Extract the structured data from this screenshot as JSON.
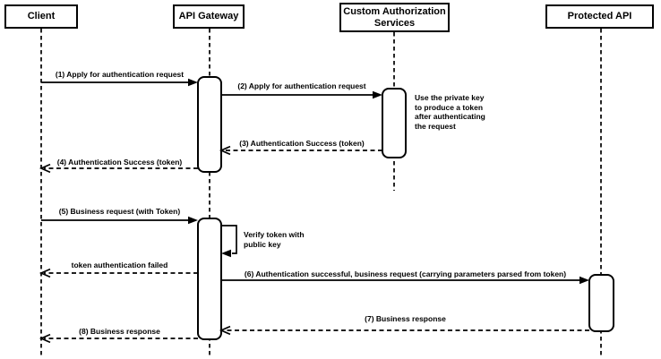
{
  "diagram": {
    "kind": "uml-sequence-diagram",
    "participants": [
      {
        "name": "Client"
      },
      {
        "name": "API Gateway"
      },
      {
        "name": "Custom Authorization Services"
      },
      {
        "name": "Protected API"
      }
    ],
    "messages": [
      {
        "label": "(1) Apply for authentication request",
        "from": "Client",
        "to": "API Gateway",
        "line": "solid"
      },
      {
        "label": "(2) Apply for authentication request",
        "from": "API Gateway",
        "to": "Custom Authorization Services",
        "line": "solid"
      },
      {
        "label": "(3) Authentication Success (token)",
        "from": "Custom Authorization Services",
        "to": "API Gateway",
        "line": "dashed"
      },
      {
        "label": "(4) Authentication Success (token)",
        "from": "API Gateway",
        "to": "Client",
        "line": "dashed"
      },
      {
        "label": "(5) Business request (with Token)",
        "from": "Client",
        "to": "API Gateway",
        "line": "solid"
      },
      {
        "label": "Verify token with public key",
        "from": "API Gateway",
        "to": "API Gateway",
        "line": "self"
      },
      {
        "label": "token authentication failed",
        "from": "API Gateway",
        "to": "Client",
        "line": "dashed"
      },
      {
        "label": "(6) Authentication successful, business request (carrying parameters parsed from token)",
        "from": "API Gateway",
        "to": "Protected API",
        "line": "solid"
      },
      {
        "label": "(7) Business response",
        "from": "Protected API",
        "to": "API Gateway",
        "line": "dashed"
      },
      {
        "label": "(8) Business response",
        "from": "API Gateway",
        "to": "Client",
        "line": "dashed"
      }
    ],
    "notes": [
      {
        "text": "Use the private key to produce a token after authenticating the request",
        "attached_to": "Custom Authorization Services"
      }
    ],
    "colors": {
      "stroke": "#000000",
      "fill": "#ffffff",
      "text": "#000000"
    }
  }
}
